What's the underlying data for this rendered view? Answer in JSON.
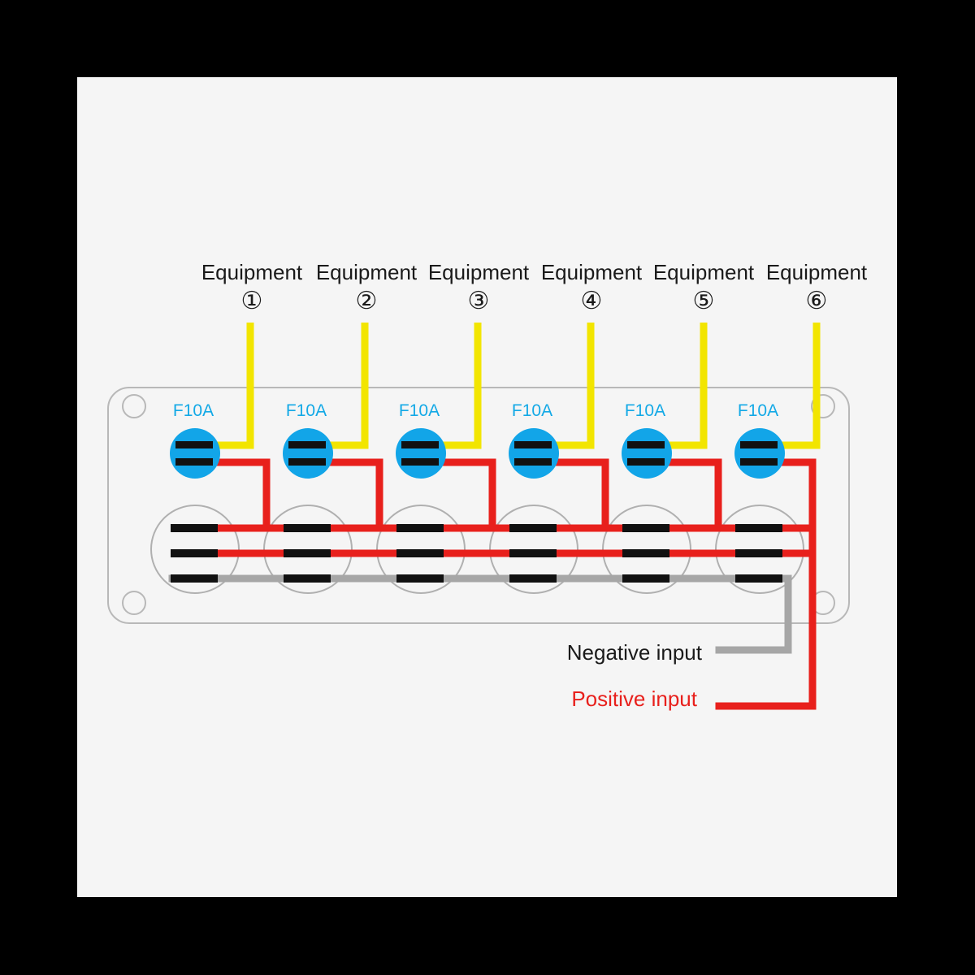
{
  "meta": {
    "title": "6-Gang Rocker Switch Panel Wiring Diagram",
    "background_color": "#000000",
    "canvas_color": "#f5f5f5"
  },
  "colors": {
    "wire_yellow": "#f2e500",
    "wire_red": "#e8201c",
    "wire_gray": "#a6a6a6",
    "fuse_blue": "#12a5e8",
    "fuse_label_cyan": "#13a9e6",
    "terminal_black": "#111111",
    "panel_outline": "#b8b8b8",
    "text_black": "#1a1a1a",
    "positive_red": "#e8201c"
  },
  "equipment": [
    {
      "label": "Equipment",
      "number": "①",
      "index": 1
    },
    {
      "label": "Equipment",
      "number": "②",
      "index": 2
    },
    {
      "label": "Equipment",
      "number": "③",
      "index": 3
    },
    {
      "label": "Equipment",
      "number": "④",
      "index": 4
    },
    {
      "label": "Equipment",
      "number": "⑤",
      "index": 5
    },
    {
      "label": "Equipment",
      "number": "⑥",
      "index": 6
    }
  ],
  "fuses": [
    {
      "rating": "F10A",
      "index": 1
    },
    {
      "rating": "F10A",
      "index": 2
    },
    {
      "rating": "F10A",
      "index": 3
    },
    {
      "rating": "F10A",
      "index": 4
    },
    {
      "rating": "F10A",
      "index": 5
    },
    {
      "rating": "F10A",
      "index": 6
    }
  ],
  "switches": [
    {
      "index": 1,
      "terminals": 3
    },
    {
      "index": 2,
      "terminals": 3
    },
    {
      "index": 3,
      "terminals": 3
    },
    {
      "index": 4,
      "terminals": 3
    },
    {
      "index": 5,
      "terminals": 3
    },
    {
      "index": 6,
      "terminals": 3
    }
  ],
  "inputs": {
    "negative": {
      "label": "Negative input",
      "wire_color": "#a6a6a6",
      "text_color": "#1a1a1a"
    },
    "positive": {
      "label": "Positive input",
      "wire_color": "#e8201c",
      "text_color": "#e8201c"
    }
  },
  "panel": {
    "mounting_holes": 4,
    "outline_color": "#b8b8b8"
  }
}
